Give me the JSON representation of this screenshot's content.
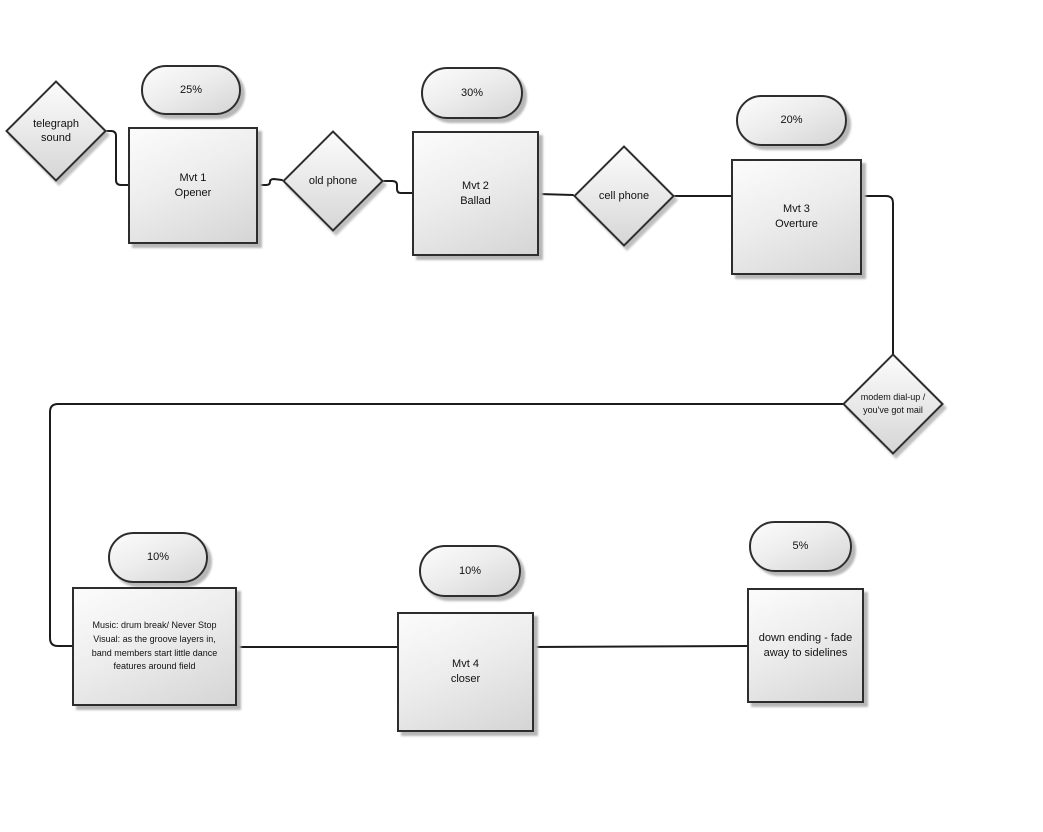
{
  "diagram_type": "flowchart",
  "nodes": {
    "telegraph_sound": "telegraph\nsound",
    "pct_25": "25%",
    "mvt1": "Mvt 1\nOpener",
    "old_phone": "old phone",
    "pct_30": "30%",
    "mvt2": "Mvt 2\nBallad",
    "cell_phone": "cell phone",
    "pct_20": "20%",
    "mvt3": "Mvt 3\nOverture",
    "modem": "modem dial-up /\nyou've got mail",
    "pct_10a": "10%",
    "music_visual": "Music: drum break/ Never Stop\nVisual: as the groove layers in,\nband members start little dance\nfeatures around field",
    "pct_10b": "10%",
    "mvt4": "Mvt 4\ncloser",
    "pct_5": "5%",
    "down_ending": "down ending - fade\naway to sidelines"
  },
  "edges": [
    {
      "from": "telegraph_sound",
      "to": "mvt1"
    },
    {
      "from": "mvt1",
      "to": "old_phone"
    },
    {
      "from": "old_phone",
      "to": "mvt2"
    },
    {
      "from": "mvt2",
      "to": "cell_phone"
    },
    {
      "from": "cell_phone",
      "to": "mvt3"
    },
    {
      "from": "mvt3",
      "to": "modem"
    },
    {
      "from": "modem",
      "to": "music_visual"
    },
    {
      "from": "music_visual",
      "to": "mvt4"
    },
    {
      "from": "mvt4",
      "to": "down_ending"
    }
  ],
  "colors": {
    "background": "#ffffff",
    "shape_fill_light": "#fcfcfc",
    "shape_fill_dark": "#d5d5d5",
    "shape_border": "#2d2d2d",
    "shadow": "#b7b7b7",
    "connector": "#1c1c1c",
    "text": "#111111"
  }
}
